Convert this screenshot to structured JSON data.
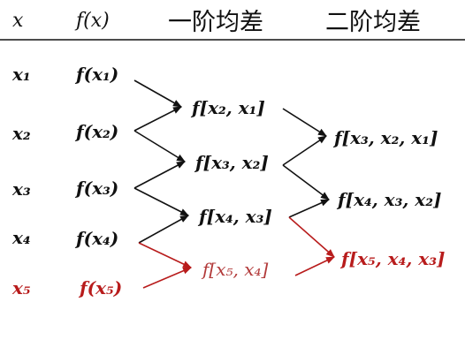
{
  "headers": {
    "x": "x",
    "fx": "f(x)",
    "first_order": "一阶均差",
    "second_order": "二阶均差"
  },
  "nodes": [
    {
      "id": "x1",
      "text": "x₁"
    },
    {
      "id": "x2",
      "text": "x₂"
    },
    {
      "id": "x3",
      "text": "x₃"
    },
    {
      "id": "x4",
      "text": "x₄"
    },
    {
      "id": "x5",
      "text": "x₅"
    },
    {
      "id": "fx1",
      "text": "f(x₁)"
    },
    {
      "id": "fx2",
      "text": "f(x₂)"
    },
    {
      "id": "fx3",
      "text": "f(x₃)"
    },
    {
      "id": "fx4",
      "text": "f(x₄)"
    },
    {
      "id": "fx5",
      "text": "f(x₅)"
    },
    {
      "id": "d21",
      "text": "f[x₂, x₁]"
    },
    {
      "id": "d32",
      "text": "f[x₃, x₂]"
    },
    {
      "id": "d43",
      "text": "f[x₄, x₃]"
    },
    {
      "id": "d54",
      "text": "f[x₅, x₄]"
    },
    {
      "id": "d321",
      "text": "f[x₃, x₂, x₁]"
    },
    {
      "id": "d432",
      "text": "f[x₄, x₃, x₂]"
    },
    {
      "id": "d543",
      "text": "f[x₅, x₄, x₃]"
    }
  ],
  "edges": [
    {
      "from": "fx1",
      "to": "d21"
    },
    {
      "from": "fx2",
      "to": "d21"
    },
    {
      "from": "fx2",
      "to": "d32"
    },
    {
      "from": "fx3",
      "to": "d32"
    },
    {
      "from": "fx3",
      "to": "d43"
    },
    {
      "from": "fx4",
      "to": "d43"
    },
    {
      "from": "fx4",
      "to": "d54",
      "highlight": true
    },
    {
      "from": "fx5",
      "to": "d54",
      "highlight": true
    },
    {
      "from": "d21",
      "to": "d321"
    },
    {
      "from": "d32",
      "to": "d321"
    },
    {
      "from": "d32",
      "to": "d432"
    },
    {
      "from": "d43",
      "to": "d432"
    },
    {
      "from": "d43",
      "to": "d543",
      "highlight": true
    },
    {
      "from": "d54",
      "to": "d543",
      "highlight": true
    }
  ],
  "colors": {
    "text": "#111111",
    "highlight": "#b81c1c",
    "background": "#ffffff"
  }
}
